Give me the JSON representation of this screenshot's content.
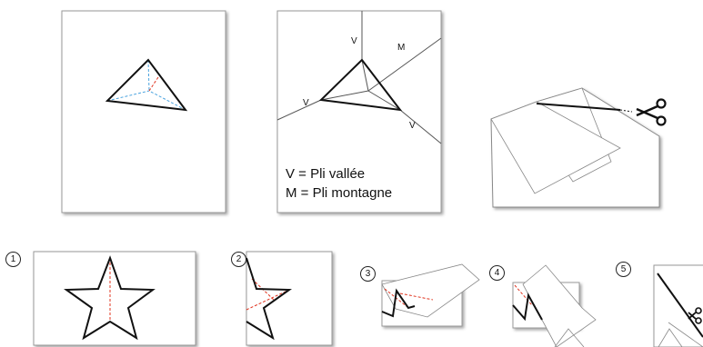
{
  "diagram": {
    "fold_labels": {
      "v_top": "V",
      "m_right": "M",
      "v_left": "V",
      "v_bottom": "V"
    },
    "legend": {
      "valley": "V = Pli vallée",
      "mountain": "M = Pli montagne"
    },
    "steps": [
      "1",
      "2",
      "3",
      "4",
      "5"
    ],
    "icons": [
      "scissors-icon"
    ]
  }
}
